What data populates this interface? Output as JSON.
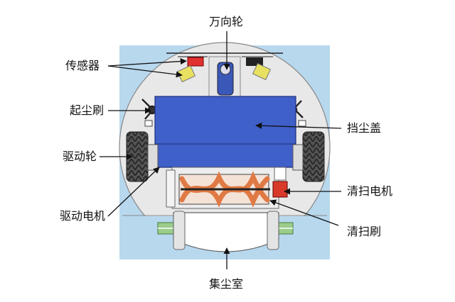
{
  "labels": {
    "caster": "万向轮",
    "sensor": "传感器",
    "side_brush": "起尘刷",
    "dust_cover": "挡尘盖",
    "drive_wheel": "驱动轮",
    "brush_motor": "清扫电机",
    "drive_motor": "驱动电机",
    "main_brush": "清扫刷",
    "dust_bin": "集尘室"
  },
  "colors": {
    "background_panel": "#b8d8ee",
    "robot_body": "#e9e9e9",
    "cover": "#3f5fc9",
    "wheel": "#4a4a4a",
    "brush": "#e07a45",
    "sensor": "#e8e060",
    "sensor_red": "#e03030",
    "motor": "#d83a2a",
    "bumper": "#9acd8a"
  }
}
